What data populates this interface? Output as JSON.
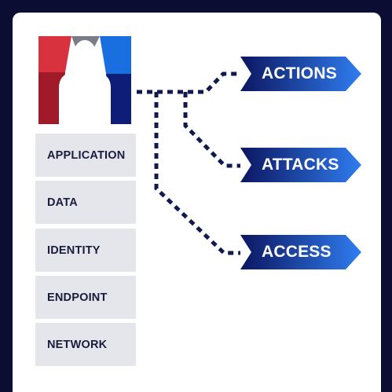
{
  "stack": {
    "items": [
      {
        "label": "APPLICATION"
      },
      {
        "label": "DATA"
      },
      {
        "label": "IDENTITY"
      },
      {
        "label": "ENDPOINT"
      },
      {
        "label": "NETWORK"
      }
    ]
  },
  "outcomes": [
    {
      "label": "ACTIONS"
    },
    {
      "label": "ATTACKS"
    },
    {
      "label": "ACCESS"
    }
  ],
  "colors": {
    "background": "#0b0d33",
    "card": "#ffffff",
    "stack_fill": "#e5e6eb",
    "stack_text": "#1a1c3e",
    "connector": "#101a4f",
    "arrow_dark": "#0c1660",
    "arrow_light": "#2f7df0",
    "avatar_red": "#d8323f",
    "avatar_darkred": "#a01a2a",
    "avatar_blue": "#1a6fe0",
    "avatar_navy": "#0e1e78",
    "avatar_gray": "#7a7d88"
  },
  "icons": {
    "avatar": "user-silhouette-icon"
  }
}
